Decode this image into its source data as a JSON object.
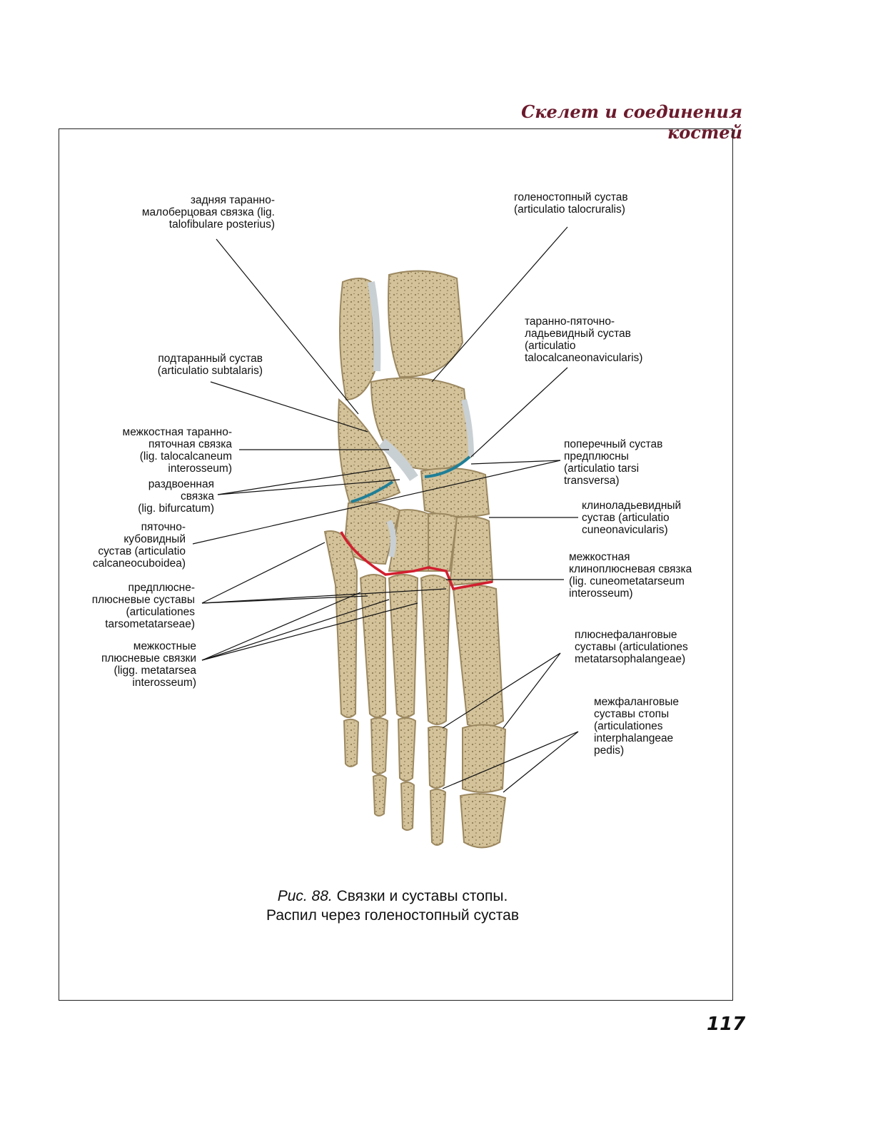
{
  "header": {
    "section_title": "Скелет и соединения костей"
  },
  "figure": {
    "labels": {
      "post_talofib": "задняя таранно-\nмалоберцовая связка (lig.\ntalofibulare posterius)",
      "ankle": "голеностопный сустав\n(articulatio talocruralis)",
      "talocalcnav": "таранно-пяточно-\nладьевидный сустав\n(articulatio\ntalocalcaneonavicularis)",
      "subtalar": "подтаранный сустав\n(articulatio subtalaris)",
      "interosseous_talocalc": "межкостная таранно-\nпяточная  связка\n(lig. talocalcaneum\ninterosseum)",
      "bifurcate": "раздвоенная\nсвязка\n(lig. bifurcatum)",
      "transverse_tarsal": "поперечный сустав\nпредплюсны\n(articulatio tarsi\ntransversa)",
      "calcaneocuboid": "пяточно-\nкубовидный\nсустав (articulatio\ncalcaneocuboidea)",
      "cuneonavicular": "клиноладьевидный\nсустав (articulatio\ncuneonavicularis)",
      "interosseous_cuneomet": "межкостная\nклиноплюсневая связка\n(lig. cuneometatarseum\ninterosseum)",
      "tarsometatarsal": "предплюсне-\nплюсневые суставы\n(articulationes\ntarsometatarseae)",
      "interosseous_metatarsal": "межкостные\nплюсневые связки\n(ligg. metatarsea\ninterosseum)",
      "metatarsophalangeal": "плюснефаланговые\nсуставы (articulationes\nmetatarsophalangeae)",
      "interphalangeal": "межфаланговые\nсуставы стопы\n(articulationes\ninterphalangeae\npedis)"
    }
  },
  "caption": {
    "fig_number": "Рис. 88.",
    "line1": " Связки и суставы стопы.",
    "line2": "Распил через голеностопный сустав"
  },
  "page_number": "117",
  "colors": {
    "header": "#6b1a2c",
    "bone": "#d9cba6",
    "bone_dark": "#a89466",
    "joint_blue": "#1f7f97",
    "joint_red": "#d21f2f",
    "ligament": "#c9d0d4"
  }
}
